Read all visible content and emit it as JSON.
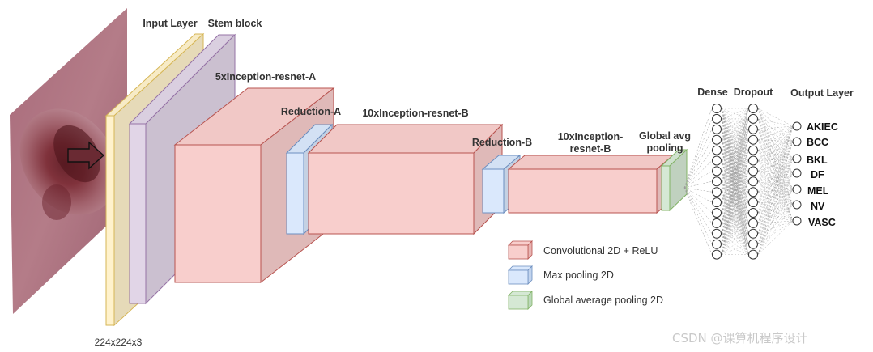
{
  "labels": {
    "input_layer": "Input Layer",
    "stem_block": "Stem block",
    "inception_a": "5xInception-resnet-A",
    "reduction_a": "Reduction-A",
    "inception_b": "10xInception-resnet-B",
    "reduction_b": "Reduction-B",
    "inception_c_line1": "10xInception-",
    "inception_c_line2": "resnet-B",
    "global_avg_line1": "Global avg",
    "global_avg_line2": "pooling",
    "dense": "Dense",
    "dropout": "Dropout",
    "output_layer": "Output Layer",
    "input_size": "224x224x3"
  },
  "outputs": [
    "AKIEC",
    "BCC",
    "BKL",
    "DF",
    "MEL",
    "NV",
    "VASC"
  ],
  "legend": [
    {
      "label": "Convolutional 2D + ReLU",
      "color": "#f8cecc",
      "border": "#b85450"
    },
    {
      "label": "Max pooling 2D",
      "color": "#dae8fc",
      "border": "#6c8ebf"
    },
    {
      "label": "Global average pooling 2D",
      "color": "#d5e8d4",
      "border": "#82b366"
    }
  ],
  "watermark": "CSDN @课算机程序设计",
  "colors": {
    "conv": "#f8cecc",
    "conv_border": "#b85450",
    "pool": "#dae8fc",
    "pool_border": "#6c8ebf",
    "gap": "#d5e8d4",
    "gap_border": "#82b366",
    "input": "#fff2cc",
    "input_border": "#d6b656",
    "stem": "#e1d5e7",
    "stem_border": "#9673a6"
  }
}
